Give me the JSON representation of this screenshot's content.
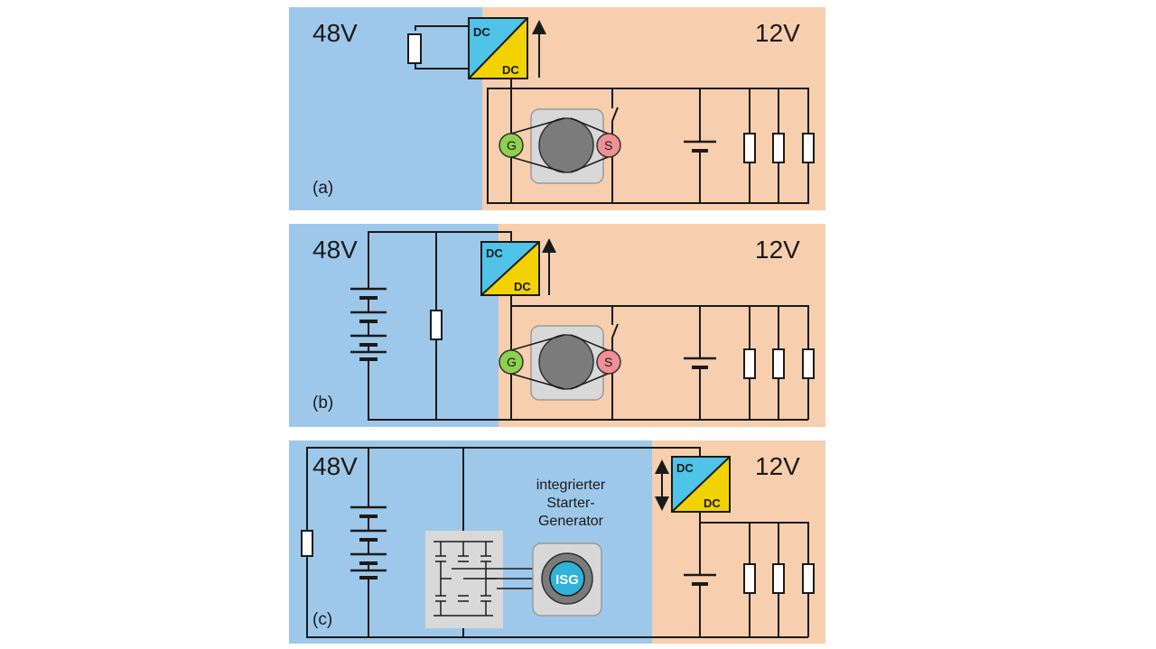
{
  "colors": {
    "high_voltage_zone": "#9ec8ea",
    "low_voltage_zone": "#f7cfae",
    "dc_top": "#4fc3e8",
    "dc_bottom": "#f2d200",
    "generator": "#8fd14f",
    "starter": "#f08f95",
    "isg": "#2fb3d8",
    "engine_block": "#d8d8d8",
    "engine": "#7b7b7b",
    "inverter_box": "#d9d9d9"
  },
  "panels": [
    {
      "tag": "(a)",
      "high_voltage": "48V",
      "low_voltage": "12V",
      "converter_top": "DC",
      "converter_bottom": "DC",
      "generator": "G",
      "starter": "S"
    },
    {
      "tag": "(b)",
      "high_voltage": "48V",
      "low_voltage": "12V",
      "converter_top": "DC",
      "converter_bottom": "DC",
      "generator": "G",
      "starter": "S"
    },
    {
      "tag": "(c)",
      "high_voltage": "48V",
      "low_voltage": "12V",
      "converter_top": "DC",
      "converter_bottom": "DC",
      "isg": "ISG",
      "caption": [
        "integrierter",
        "Starter-",
        "Generator"
      ]
    }
  ]
}
